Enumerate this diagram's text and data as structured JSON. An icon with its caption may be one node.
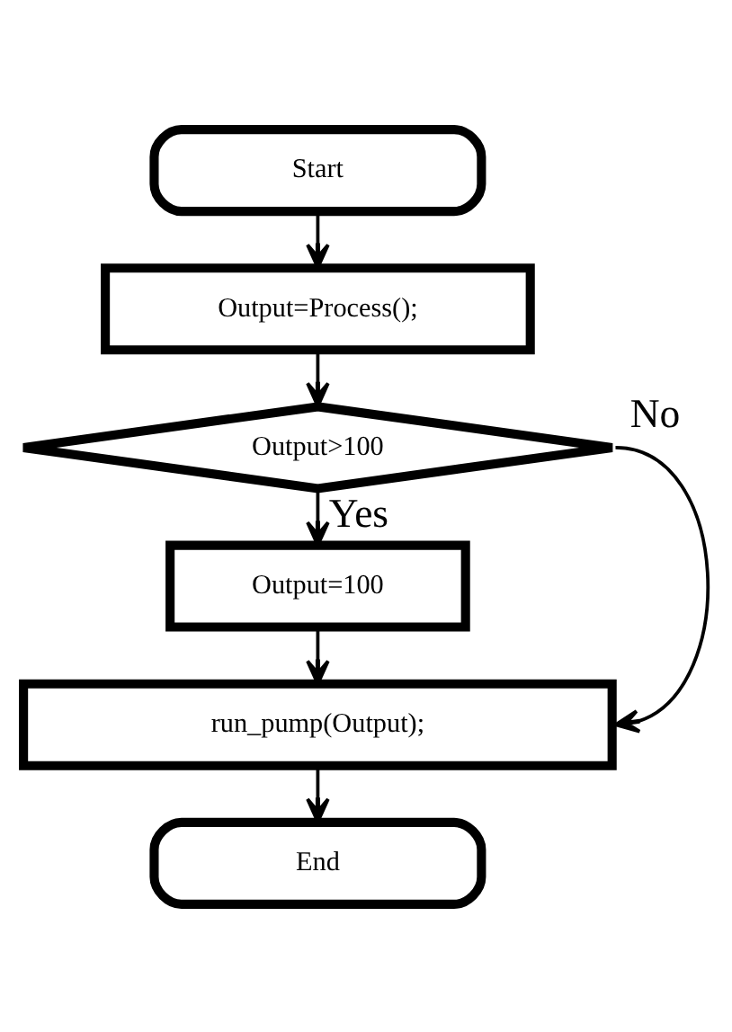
{
  "diagram": {
    "nodes": [
      {
        "text": [
          "Start"
        ]
      },
      {
        "text": [
          "Output=Process();"
        ]
      },
      {
        "text": [
          "Output>100"
        ]
      },
      {
        "text": [
          "Output=100"
        ]
      },
      {
        "text": [
          "run_pump(Output);"
        ]
      },
      {
        "text": [
          "End"
        ]
      }
    ],
    "edges": [
      {
        "from": 0,
        "to": 1,
        "arrow": "to"
      },
      {
        "from": 1,
        "to": 2,
        "arrow": "to"
      },
      {
        "from": 2,
        "to": 3,
        "arrow": "to",
        "label": "Yes"
      },
      {
        "from": 2,
        "to": 4,
        "arrow": "to",
        "label": "No"
      },
      {
        "from": 3,
        "to": 4,
        "arrow": "to"
      },
      {
        "from": 4,
        "to": 5,
        "arrow": "to"
      }
    ]
  }
}
